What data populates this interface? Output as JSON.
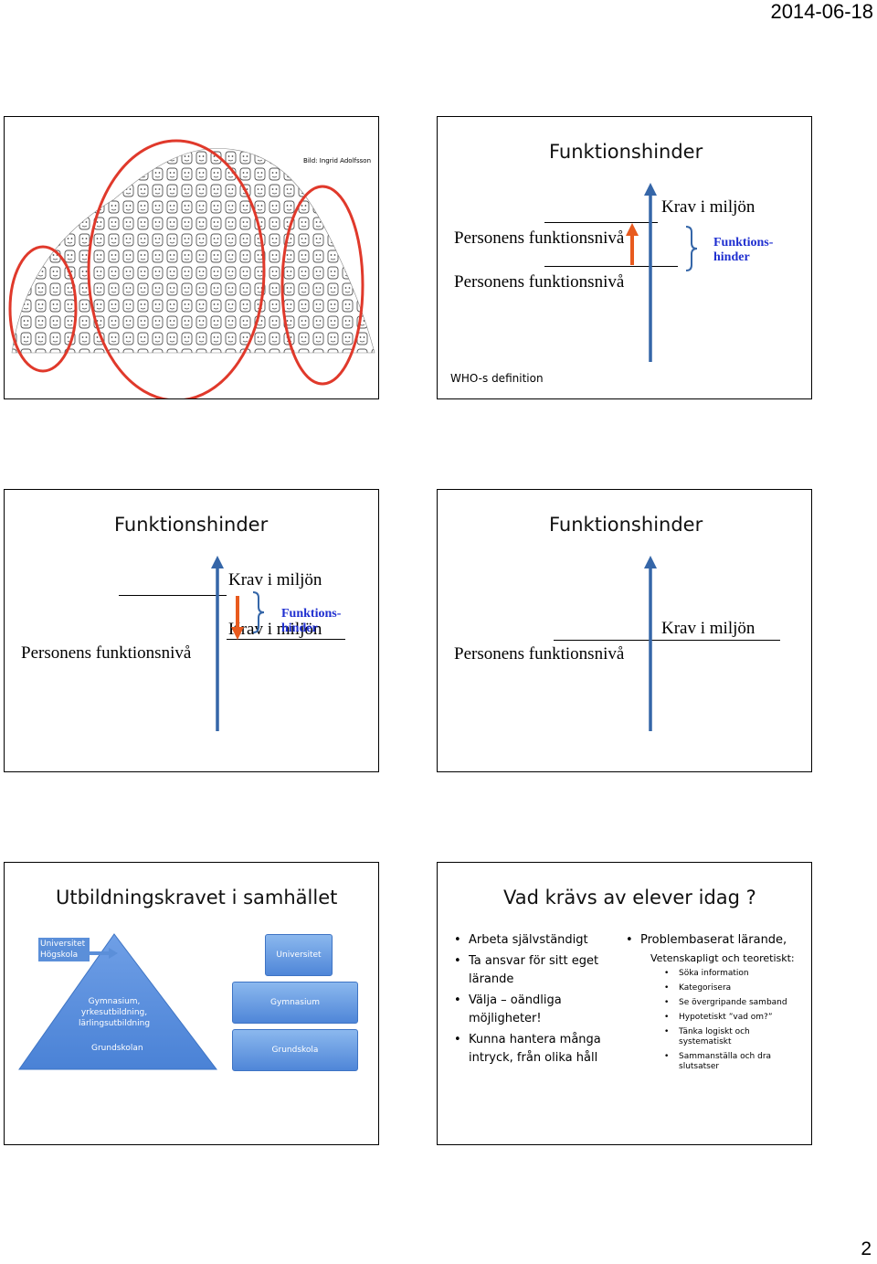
{
  "page": {
    "date": "2014-06-18",
    "number": "2"
  },
  "slide1": {
    "credit": "Bild: Ingrid Adolfsson"
  },
  "slide2": {
    "title": "Funktionshinder",
    "krav": "Krav i miljön",
    "person_top": "Personens funktionsnivå",
    "person_bottom": "Personens funktionsnivå",
    "hinder": "Funktions-hinder",
    "footer": "WHO-s definition"
  },
  "slide3": {
    "title": "Funktionshinder",
    "krav_top": "Krav i miljön",
    "krav_mid": "Krav i miljön",
    "hinder": "Funktions-hinder",
    "person": "Personens funktionsnivå"
  },
  "slide4": {
    "title": "Funktionshinder",
    "person": "Personens funktionsnivå",
    "krav": "Krav i miljön"
  },
  "slide5": {
    "title": "Utbildningskravet i samhället",
    "tri_top": "Universitet Högskola",
    "tri_mid": "Gymnasium, yrkesutbildning, lärlingsutbildning",
    "tri_bottom": "Grundskolan",
    "box1": "Universitet",
    "box2": "Gymnasium",
    "box3": "Grundskola"
  },
  "slide6": {
    "title": "Vad krävs av elever idag ?",
    "left_bullets": [
      "Arbeta självständigt",
      "Ta ansvar för sitt eget lärande",
      "Välja – oändliga möjligheter!",
      "Kunna hantera många intryck, från olika håll"
    ],
    "right_head": "Problembaserat lärande,",
    "right_sub": "Vetenskapligt och teoretiskt:",
    "right_items": [
      "Söka information",
      "Kategorisera",
      "Se övergripande samband",
      "Hypotetiskt ”vad om?”",
      "Tänka logiskt och systematiskt",
      "Sammanställa och dra slutsatser"
    ]
  }
}
